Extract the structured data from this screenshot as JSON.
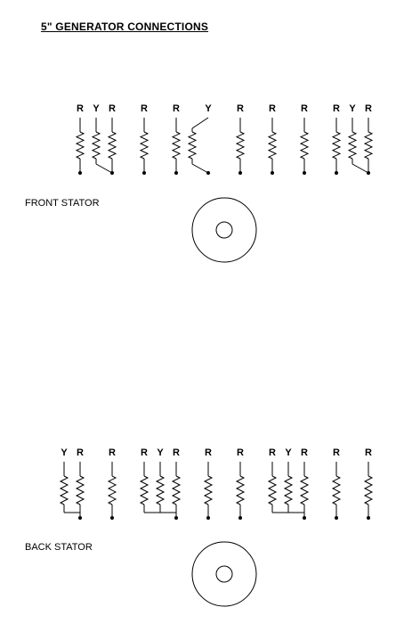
{
  "title": "5\" GENERATOR CONNECTIONS",
  "front_stator": {
    "label": "FRONT STATOR",
    "coils": [
      "R",
      "Y",
      "R",
      "R",
      "R",
      "Y",
      "R",
      "R",
      "R",
      "R",
      "Y",
      "R"
    ]
  },
  "back_stator": {
    "label": "BACK STATOR",
    "coils": [
      "Y",
      "R",
      "R",
      "R",
      "Y",
      "R",
      "R",
      "R",
      "R",
      "Y",
      "R",
      "R",
      "R"
    ]
  },
  "colors": {
    "line": "#000000",
    "background": "#ffffff"
  }
}
